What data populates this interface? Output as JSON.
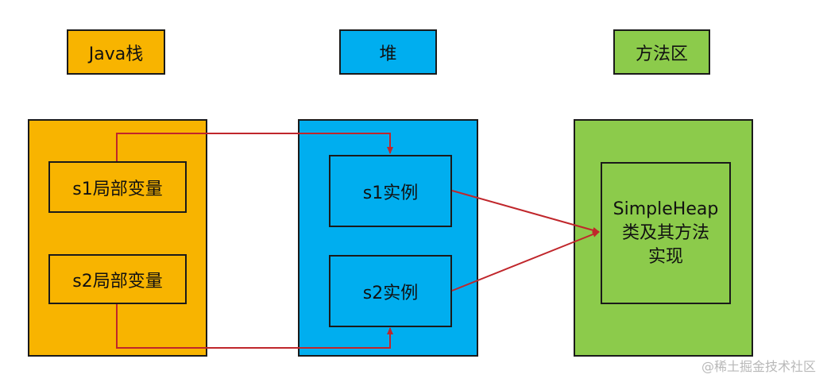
{
  "headers": {
    "java_stack": "Java栈",
    "heap": "堆",
    "method_area": "方法区"
  },
  "java_stack": {
    "s1_var": "s1局部变量",
    "s2_var": "s2局部变量"
  },
  "heap": {
    "s1_instance": "s1实例",
    "s2_instance": "s2实例"
  },
  "method_area": {
    "class_line1": "SimpleHeap",
    "class_line2": "类及其方法",
    "class_line3": "实现"
  },
  "watermark": {
    "icon": "at-icon",
    "text": "@稀土掘金技术社区"
  },
  "colors": {
    "java": "#f8b400",
    "heap": "#00aeef",
    "method": "#8ccb4b",
    "arrow": "#c0262b"
  }
}
